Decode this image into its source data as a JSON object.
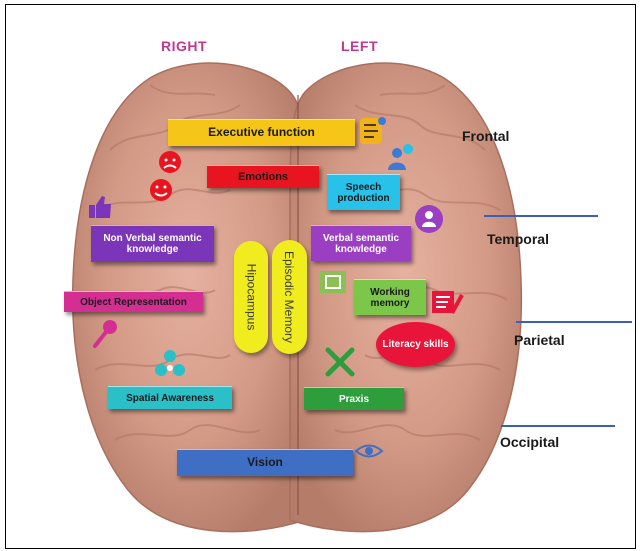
{
  "hemispheres": {
    "right": "RIGHT",
    "left": "LEFT"
  },
  "lobes": {
    "frontal": "Frontal",
    "temporal": "Temporal",
    "parietal": "Parietal",
    "occipital": "Occipital"
  },
  "functions": {
    "executive_function": "Executive function",
    "emotions": "Emotions",
    "speech_production": "Speech production",
    "non_verbal_semantic": "Non Verbal semantic knowledge",
    "verbal_semantic": "Verbal semantic knowledge",
    "hipocampus": "Hipocampus",
    "episodic_memory": "Episodic Memory",
    "object_representation": "Object Representation",
    "working_memory": "Working memory",
    "literacy_skills": "Literacy skills",
    "spatial_awareness": "Spatial Awareness",
    "praxis": "Praxis",
    "vision": "Vision"
  },
  "colors": {
    "hemisphere_label": "#c0398f",
    "executive_function": "#f5c518",
    "emotions": "#e8141f",
    "speech_production": "#27c1ea",
    "non_verbal_semantic": "#7b35b8",
    "verbal_semantic": "#9a3ec2",
    "hipocampus": "#f0ec1e",
    "episodic_memory": "#f0ec1e",
    "object_representation": "#d52e93",
    "working_memory": "#7cc64a",
    "literacy_skills": "#e8143a",
    "spatial_awareness": "#2bbfc8",
    "praxis": "#2e9e3c",
    "vision": "#3f6fc5",
    "lobe_line": "#3b5fb8"
  }
}
